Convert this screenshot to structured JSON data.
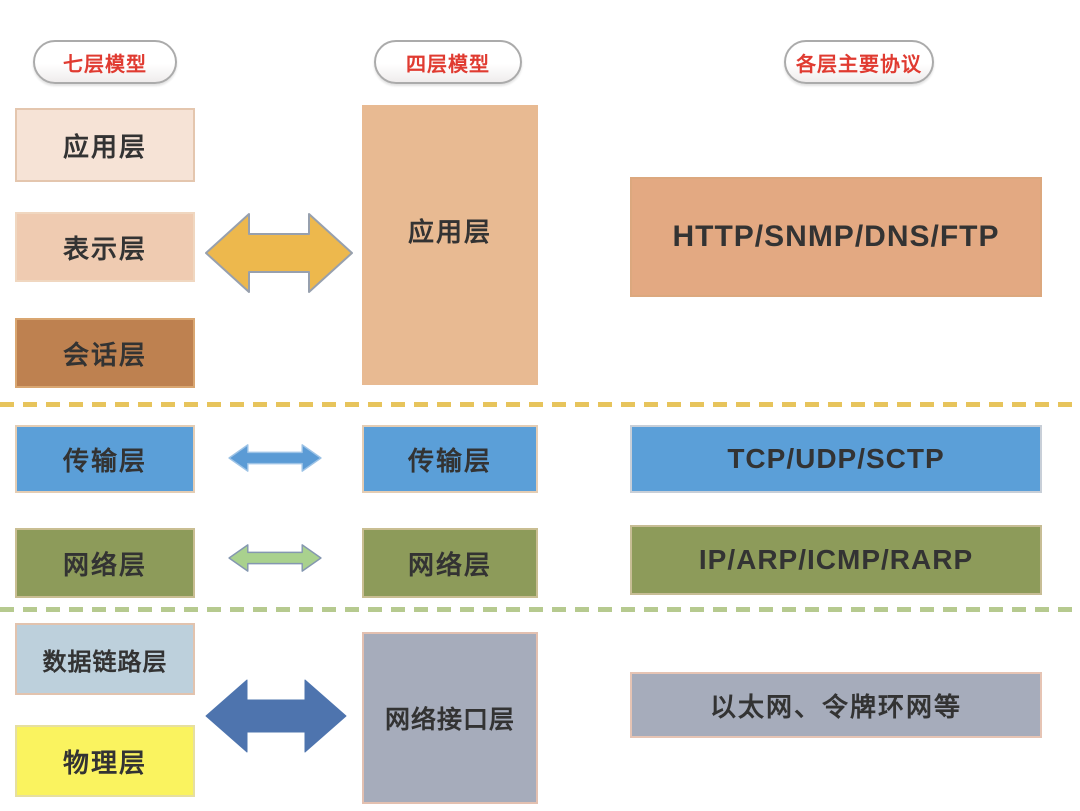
{
  "headers": [
    {
      "label": "七层模型"
    },
    {
      "label": "四层模型"
    },
    {
      "label": "各层主要协议"
    }
  ],
  "osi_layers": [
    {
      "label": "应用层",
      "color": "#f6e3d6",
      "border": "#e4c6ae"
    },
    {
      "label": "表示层",
      "color": "#efcbb1",
      "border": "#f0d7c0"
    },
    {
      "label": "会话层",
      "color": "#be8150",
      "border": "#d9a671"
    },
    {
      "label": "传输层",
      "color": "#5b9fd8",
      "border": "#e4cdb4"
    },
    {
      "label": "网络层",
      "color": "#8d9b5a",
      "border": "#c9be92"
    },
    {
      "label": "数据链路层",
      "color": "#bdd0dc",
      "border": "#e2c3ae"
    },
    {
      "label": "物理层",
      "color": "#faf35f",
      "border": "#e6dfa0"
    }
  ],
  "tcpip_layers": [
    {
      "label": "应用层",
      "color": "#e8ba92",
      "border": "#e0b088"
    },
    {
      "label": "传输层",
      "color": "#5b9fd8",
      "border": "#e4cdb4"
    },
    {
      "label": "网络层",
      "color": "#8d9b5a",
      "border": "#c9be92"
    },
    {
      "label": "网络接口层",
      "color": "#a6acbb",
      "border": "#e3c0b0"
    }
  ],
  "protocols": [
    {
      "label": "HTTP/SNMP/DNS/FTP",
      "color": "#e3a982",
      "border": "#dca87e"
    },
    {
      "label": "TCP/UDP/SCTP",
      "color": "#5b9fd8",
      "border": "#c8cfd8"
    },
    {
      "label": "IP/ARP/ICMP/RARP",
      "color": "#8d9b5a",
      "border": "#c7bd95"
    },
    {
      "label": "以太网、令牌环网等",
      "color": "#a6acbb",
      "border": "#e6c4b4"
    }
  ],
  "arrows": [
    {
      "name": "application-group-arrow",
      "fill": "#edb84d",
      "stroke": "#97a0ae"
    },
    {
      "name": "transport-arrow",
      "fill": "#5b9bd5",
      "stroke": "#9dc3e6"
    },
    {
      "name": "network-arrow",
      "fill": "#a9d18e",
      "stroke": "#8497b0"
    },
    {
      "name": "link-group-arrow",
      "fill": "#4e74ae",
      "stroke": "#4e74ae"
    }
  ],
  "dividers": {
    "top_color": "#e7c45c",
    "bottom_color": "#b6ca8f"
  },
  "accent_text_color": "#e03b31"
}
